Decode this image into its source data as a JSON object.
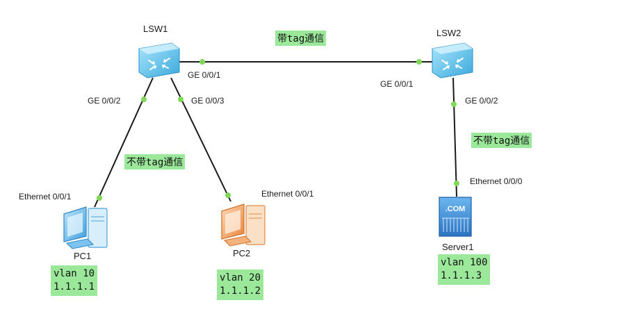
{
  "devices": {
    "lsw1": {
      "name": "LSW1"
    },
    "lsw2": {
      "name": "LSW2"
    },
    "pc1": {
      "name": "PC1",
      "vlan": "vlan 10",
      "ip": "1.1.1.1"
    },
    "pc2": {
      "name": "PC2",
      "vlan": "vlan 20",
      "ip": "1.1.1.2"
    },
    "server1": {
      "name": "Server1",
      "vlan": "vlan 100",
      "ip": "1.1.1.3",
      "badge": ".COM"
    }
  },
  "ports": {
    "lsw1_ge001": "GE 0/0/1",
    "lsw1_ge002": "GE 0/0/2",
    "lsw1_ge003": "GE 0/0/3",
    "lsw2_ge001": "GE 0/0/1",
    "lsw2_ge002": "GE 0/0/2",
    "pc1_eth": "Ethernet 0/0/1",
    "pc2_eth": "Ethernet 0/0/1",
    "server1_eth": "Ethernet 0/0/0"
  },
  "notes": {
    "tagged": "带tag通信",
    "untagged_left": "不带tag通信",
    "untagged_right": "不带tag通信"
  },
  "colors": {
    "link": "#1a1a1a",
    "port_dot": "#7ed957",
    "note_bg": "#9be89b",
    "switch_blue": "#5fc3f0",
    "pc1_blue": "#4fb0ea",
    "pc2_orange": "#f2a061",
    "server_blue": "#3f8fd6"
  }
}
